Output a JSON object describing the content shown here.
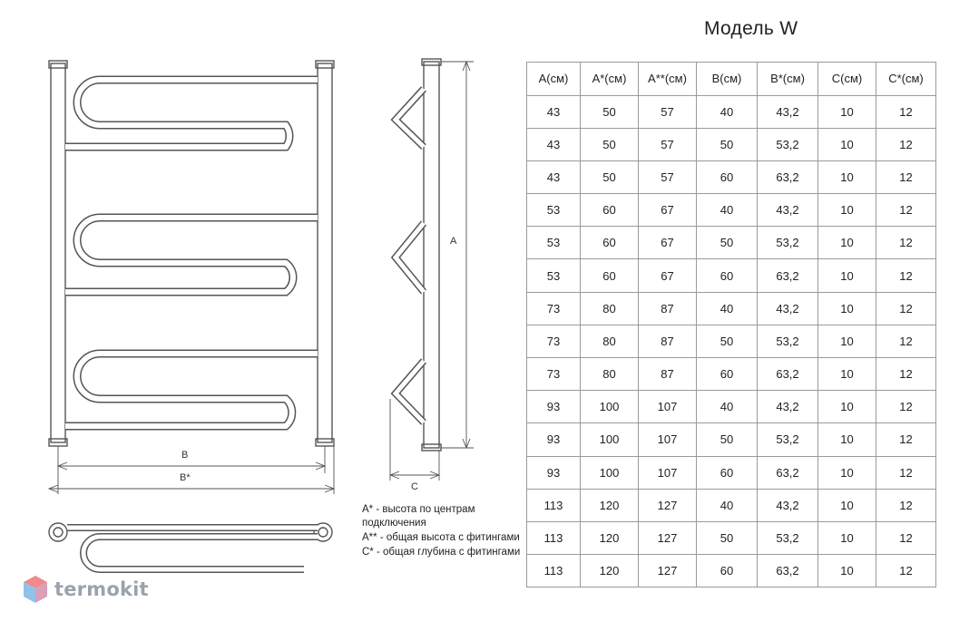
{
  "title": "Модель W",
  "dimension_labels": {
    "width": "B",
    "width_total": "B*",
    "height": "A",
    "depth": "C"
  },
  "table": {
    "headers": [
      "A(см)",
      "A*(см)",
      "A**(см)",
      "B(см)",
      "B*(см)",
      "C(см)",
      "C*(см)"
    ],
    "rows": [
      [
        "43",
        "50",
        "57",
        "40",
        "43,2",
        "10",
        "12"
      ],
      [
        "43",
        "50",
        "57",
        "50",
        "53,2",
        "10",
        "12"
      ],
      [
        "43",
        "50",
        "57",
        "60",
        "63,2",
        "10",
        "12"
      ],
      [
        "53",
        "60",
        "67",
        "40",
        "43,2",
        "10",
        "12"
      ],
      [
        "53",
        "60",
        "67",
        "50",
        "53,2",
        "10",
        "12"
      ],
      [
        "53",
        "60",
        "67",
        "60",
        "63,2",
        "10",
        "12"
      ],
      [
        "73",
        "80",
        "87",
        "40",
        "43,2",
        "10",
        "12"
      ],
      [
        "73",
        "80",
        "87",
        "50",
        "53,2",
        "10",
        "12"
      ],
      [
        "73",
        "80",
        "87",
        "60",
        "63,2",
        "10",
        "12"
      ],
      [
        "93",
        "100",
        "107",
        "40",
        "43,2",
        "10",
        "12"
      ],
      [
        "93",
        "100",
        "107",
        "50",
        "53,2",
        "10",
        "12"
      ],
      [
        "93",
        "100",
        "107",
        "60",
        "63,2",
        "10",
        "12"
      ],
      [
        "113",
        "120",
        "127",
        "40",
        "43,2",
        "10",
        "12"
      ],
      [
        "113",
        "120",
        "127",
        "50",
        "53,2",
        "10",
        "12"
      ],
      [
        "113",
        "120",
        "127",
        "60",
        "63,2",
        "10",
        "12"
      ]
    ]
  },
  "notes": [
    "A* - высота по центрам подключения",
    "A** - общая высота с фитингами",
    "C* - общая глубина с фитингами"
  ],
  "logo": {
    "text": "termokit",
    "colors": {
      "top": "#f08a8a",
      "left": "#8fc3e8",
      "right": "#d9a0b8"
    }
  },
  "colors": {
    "line": "#555555",
    "grid": "#9a9a9a"
  }
}
